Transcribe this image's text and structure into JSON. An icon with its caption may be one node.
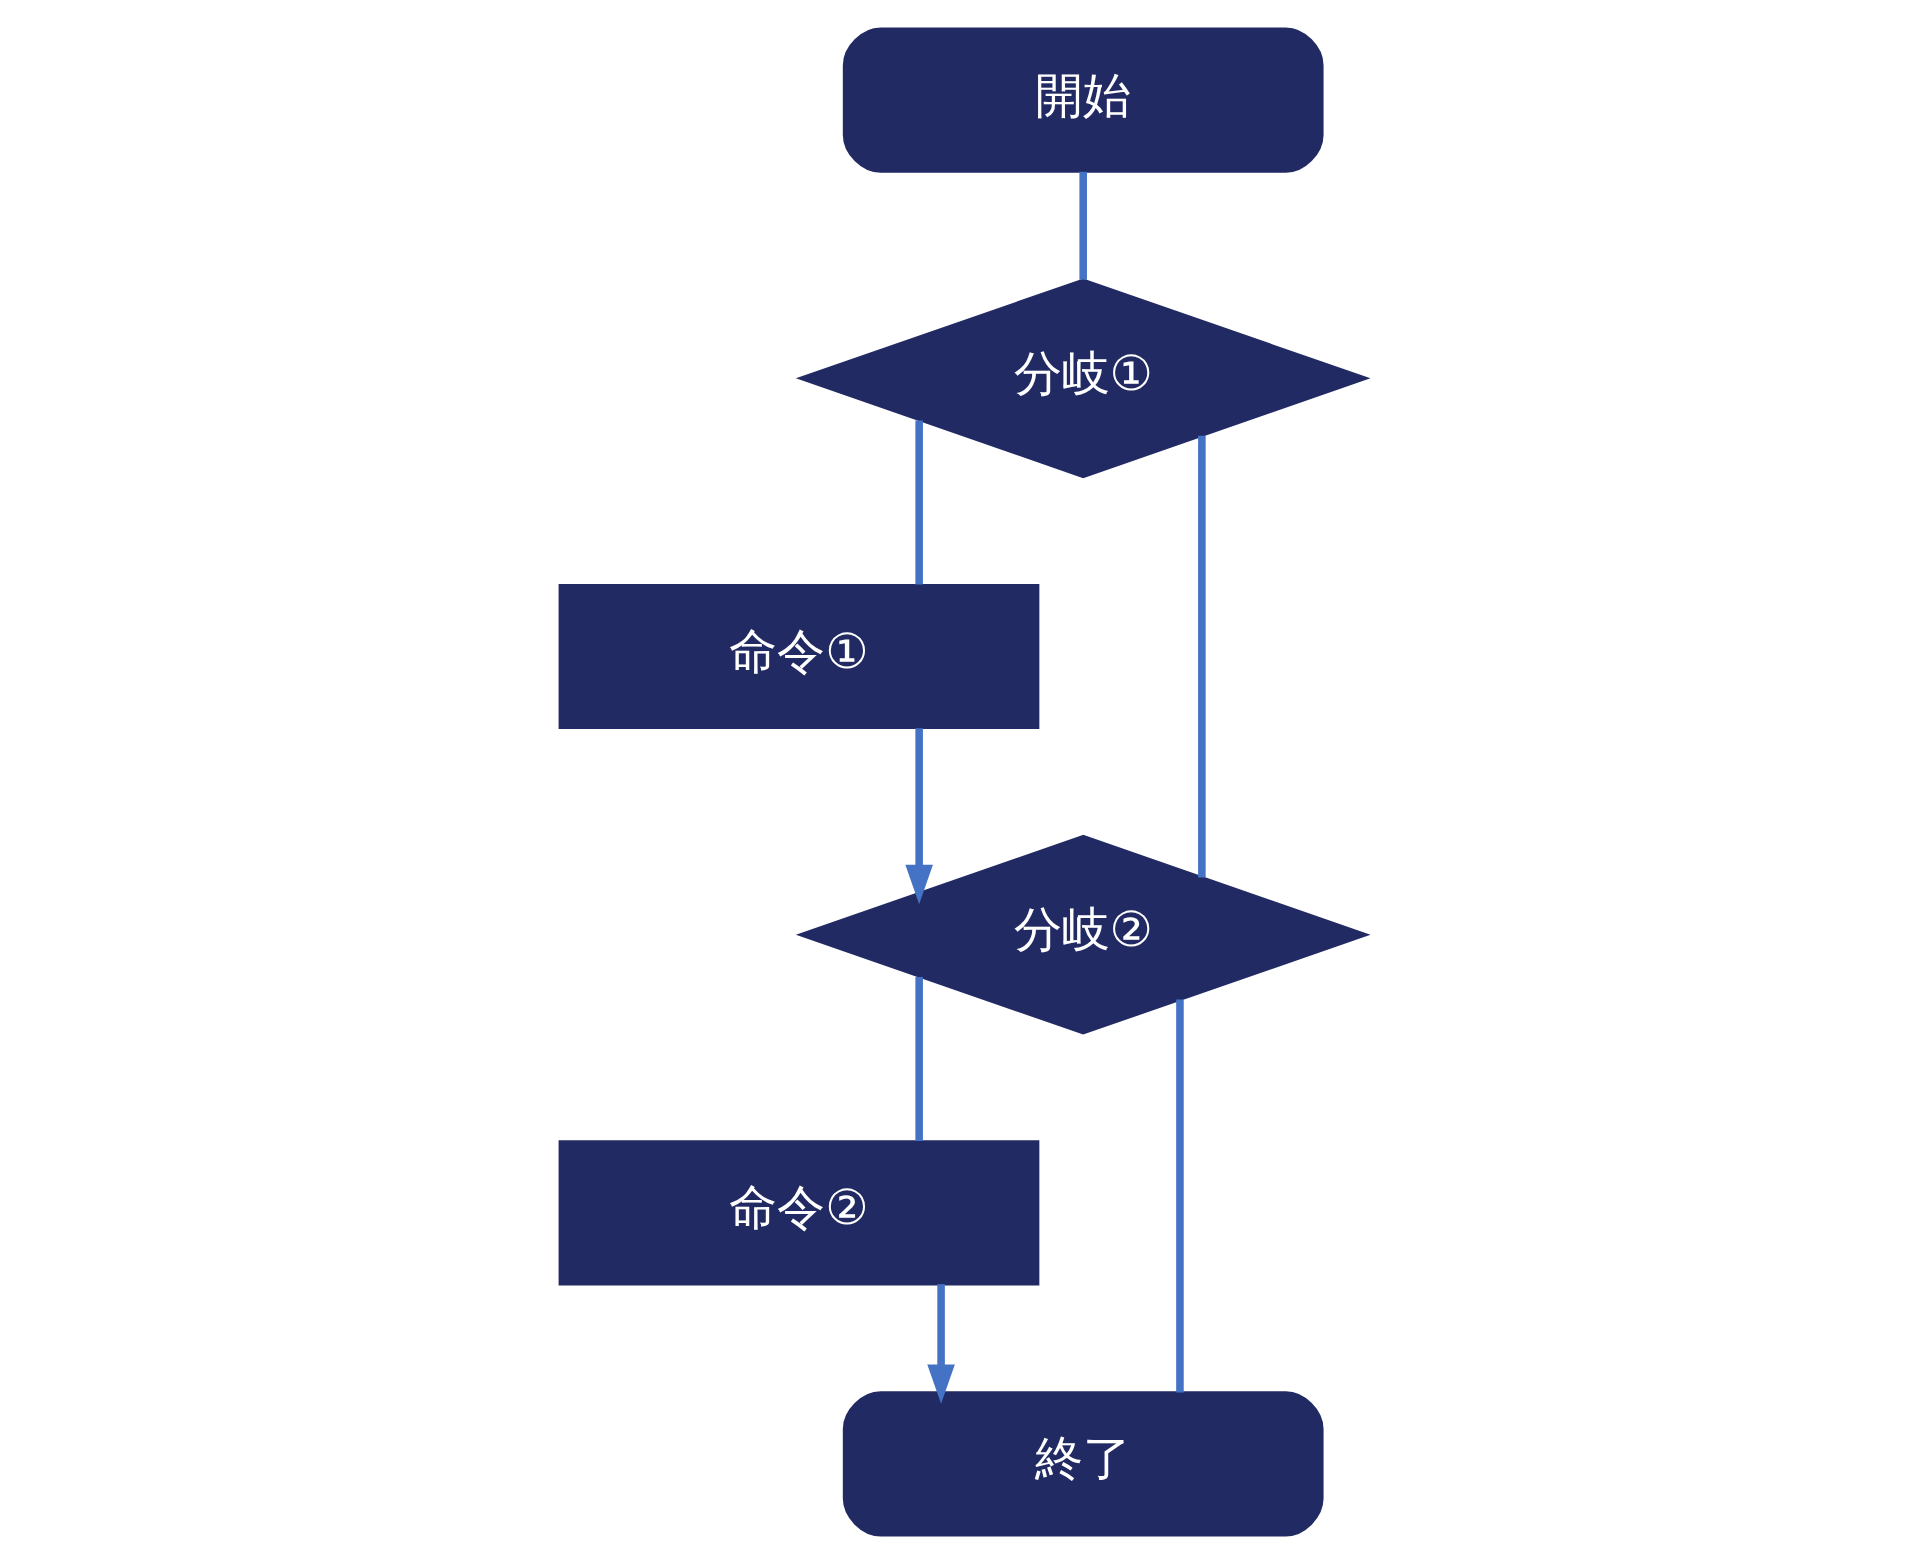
{
  "diagram": {
    "nodes": [
      {
        "text": [
          "開始"
        ]
      },
      {
        "text": [
          "分岐①"
        ]
      },
      {
        "text": [
          "命令①"
        ]
      },
      {
        "text": [
          "分岐②"
        ]
      },
      {
        "text": [
          "命令②"
        ]
      },
      {
        "text": [
          "終了"
        ]
      }
    ],
    "edges": [
      {
        "from": 0,
        "to": 1,
        "arrow": "none"
      },
      {
        "from": 1,
        "to": 2,
        "arrow": "none"
      },
      {
        "from": 1,
        "to": 3,
        "arrow": "none"
      },
      {
        "from": 2,
        "to": 3,
        "arrow": "to"
      },
      {
        "from": 3,
        "to": 4,
        "arrow": "none"
      },
      {
        "from": 3,
        "to": 5,
        "arrow": "none"
      },
      {
        "from": 4,
        "to": 5,
        "arrow": "to"
      }
    ]
  }
}
